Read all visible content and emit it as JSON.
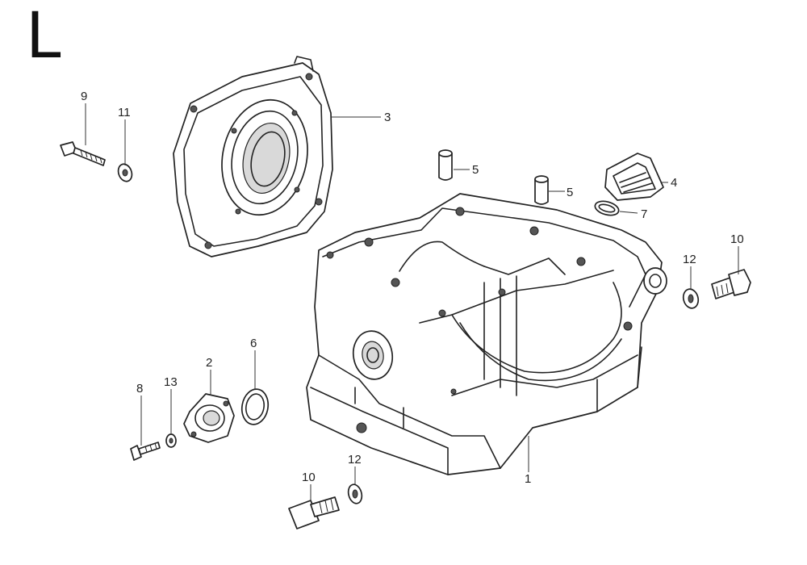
{
  "section": {
    "letter": "L"
  },
  "callouts": {
    "c1": "1",
    "c2": "2",
    "c3": "3",
    "c4": "4",
    "c5a": "5",
    "c5b": "5",
    "c6": "6",
    "c7": "7",
    "c8": "8",
    "c9": "9",
    "c10a": "10",
    "c10b": "10",
    "c11": "11",
    "c12a": "12",
    "c12b": "12",
    "c13": "13"
  }
}
